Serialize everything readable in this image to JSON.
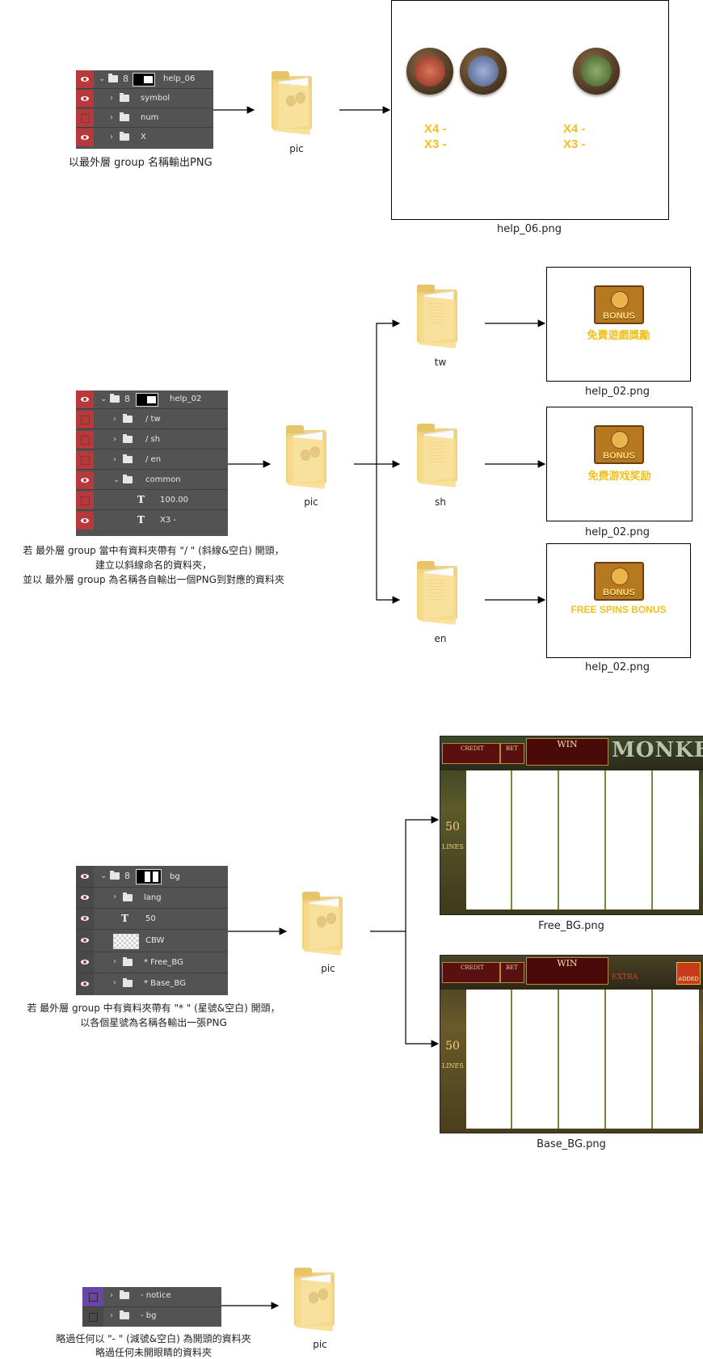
{
  "section1": {
    "panel": {
      "rows": [
        {
          "name": "help_06"
        },
        {
          "name": "symbol"
        },
        {
          "name": "num"
        },
        {
          "name": "X"
        }
      ]
    },
    "caption": "以最外層 group 名稱輸出PNG",
    "folder_label": "pic",
    "output": {
      "x4_left": "X4 -",
      "x3_left": "X3 -",
      "x4_right": "X4 -",
      "x3_right": "X3 -",
      "filename": "help_06.png"
    }
  },
  "section2": {
    "panel": {
      "rows": [
        {
          "name": "help_02"
        },
        {
          "name": "/ tw"
        },
        {
          "name": "/ sh"
        },
        {
          "name": "/ en"
        },
        {
          "name": "common"
        },
        {
          "name": "100.00"
        },
        {
          "name": "X3 -"
        }
      ]
    },
    "caption_line1": "若 最外層 group 當中有資料夾帶有 \"/ \" (斜線&空白) 開頭，",
    "caption_line2": "建立以斜線命名的資料夾，",
    "caption_line3": "並以 最外層 group 為名稱各自輸出一個PNG到對應的資料夾",
    "folder_label": "pic",
    "branches": [
      {
        "folder": "tw",
        "bonus": "BONUS",
        "text": "免費遊戲獎勵",
        "filename": "help_02.png"
      },
      {
        "folder": "sh",
        "bonus": "BONUS",
        "text": "免费游戏奖励",
        "filename": "help_02.png"
      },
      {
        "folder": "en",
        "bonus": "BONUS",
        "text": "FREE SPINS BONUS",
        "filename": "help_02.png"
      }
    ]
  },
  "section3": {
    "panel": {
      "rows": [
        {
          "name": "bg"
        },
        {
          "name": "lang"
        },
        {
          "name": "50"
        },
        {
          "name": "CBW"
        },
        {
          "name": "* Free_BG"
        },
        {
          "name": "* Base_BG"
        }
      ]
    },
    "caption_line1": "若 最外層 group 中有資料夾帶有 \"* \" (星號&空白) 開頭，",
    "caption_line2": "以各個星號為名稱各輸出一張PNG",
    "folder_label": "pic",
    "outputs": [
      {
        "credit": "CREDIT",
        "bet": "BET",
        "win": "WIN",
        "title": "MONKEY",
        "lines_num": "50",
        "lines": "LINES",
        "filename": "Free_BG.png",
        "reel_color": "#6f8f3a"
      },
      {
        "credit": "CREDIT",
        "bet": "BET",
        "win": "WIN",
        "title": "EXTRA",
        "badge": "ADDED",
        "lines_num": "50",
        "lines": "LINES",
        "filename": "Base_BG.png",
        "reel_color": "#8a7a40"
      }
    ]
  },
  "section4": {
    "panel": {
      "rows": [
        {
          "name": "- notice"
        },
        {
          "name": "- bg"
        }
      ]
    },
    "caption_line1": "略過任何以 \"- \" (減號&空白) 為開頭的資料夾",
    "caption_line2": "略過任何未開眼睛的資料夾",
    "folder_label": "pic"
  },
  "colors": {
    "accent_yellow": "#f2c01e",
    "panel_bg": "#535353",
    "visibility_red": "#b8393b",
    "skip_purple": "#6a45a8"
  }
}
